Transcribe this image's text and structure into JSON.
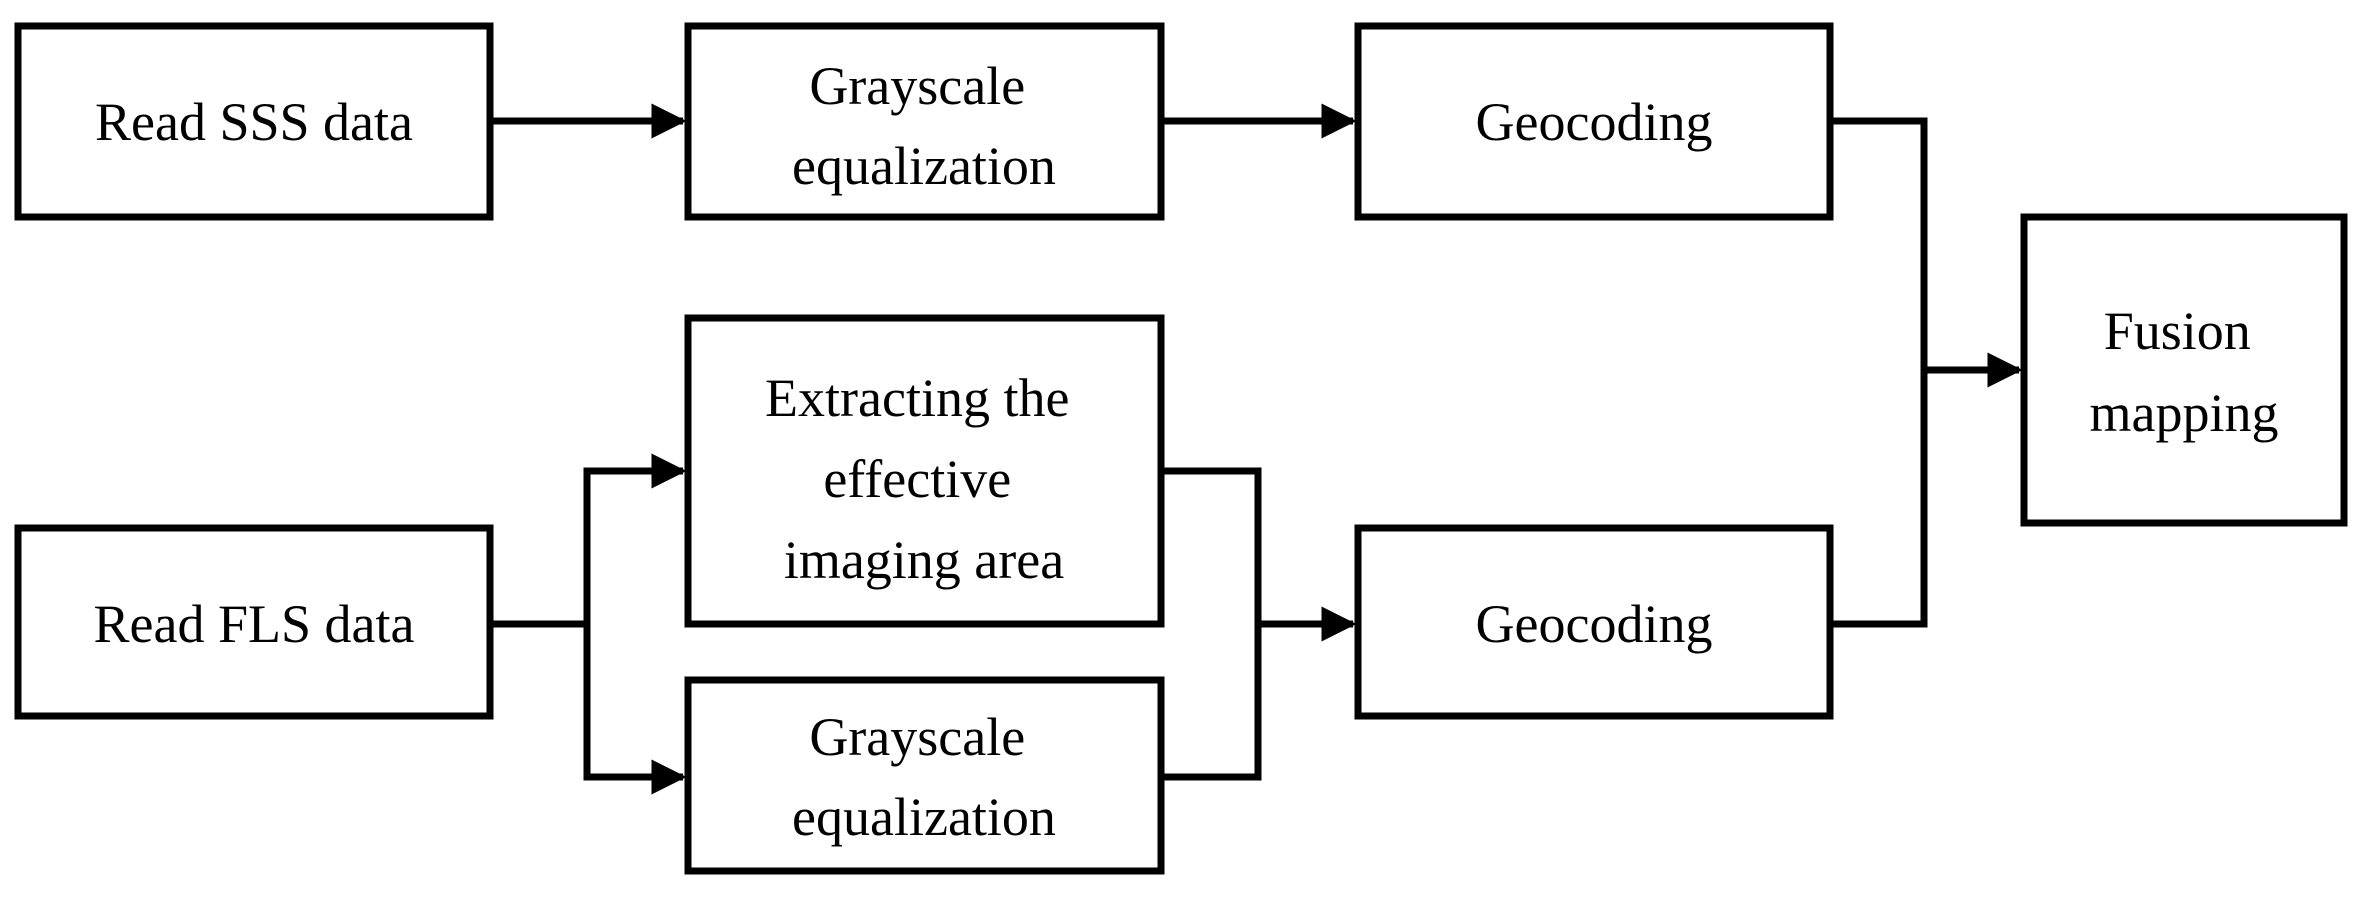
{
  "nodes": {
    "read_sss": {
      "lines": [
        "Read SSS data"
      ]
    },
    "gray_eq_top": {
      "lines": [
        "Grayscale",
        "equalization"
      ]
    },
    "geocoding_top": {
      "lines": [
        "Geocoding"
      ]
    },
    "fusion_mapping": {
      "lines": [
        "Fusion",
        "mapping"
      ]
    },
    "read_fls": {
      "lines": [
        "Read FLS data"
      ]
    },
    "extract_area": {
      "lines": [
        "Extracting the",
        "effective",
        "imaging area"
      ]
    },
    "gray_eq_bottom": {
      "lines": [
        "Grayscale",
        "equalization"
      ]
    },
    "geocoding_bottom": {
      "lines": [
        "Geocoding"
      ]
    }
  },
  "colors": {
    "stroke": "#000000",
    "background": "#ffffff"
  }
}
